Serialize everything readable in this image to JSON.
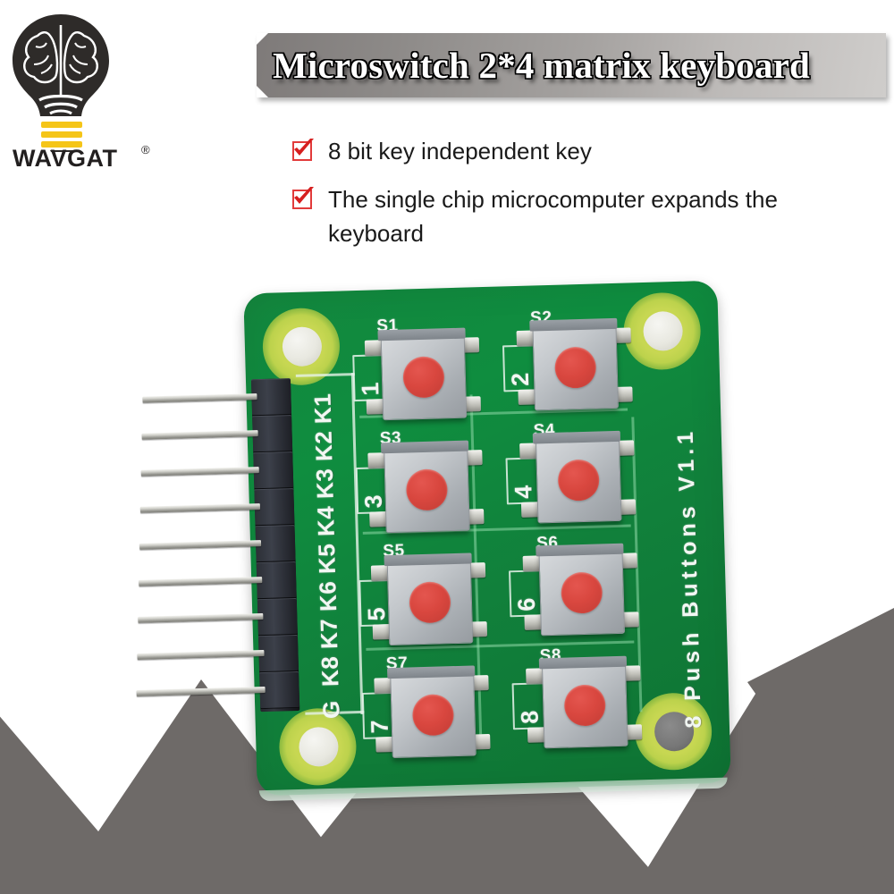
{
  "brand": {
    "name": "WAVGAT",
    "registered_mark": "®",
    "logo_icon": "brain-lightbulb-icon"
  },
  "banner": {
    "title": "Microswitch 2*4 matrix keyboard"
  },
  "features": [
    {
      "icon": "red-checkbox-check-icon",
      "text": "8 bit key independent key"
    },
    {
      "icon": "red-checkbox-check-icon",
      "text": "The single chip microcomputer expands the keyboard"
    }
  ],
  "product": {
    "board_silkscreen_version": "8 Push Buttons V1.1",
    "pin_labels": [
      "K1",
      "K2",
      "K3",
      "K4",
      "K5",
      "K6",
      "K7",
      "K8",
      "G"
    ],
    "switch_refs": [
      "S1",
      "S2",
      "S3",
      "S4",
      "S5",
      "S6",
      "S7",
      "S8"
    ],
    "key_numbers": [
      "1",
      "2",
      "3",
      "4",
      "5",
      "6",
      "7",
      "8"
    ],
    "mounting_holes": 4
  },
  "colors": {
    "pcb_green": "#11843d",
    "pad_gold": "#c7d752",
    "button_cap_red": "#d9473f",
    "button_body_gray": "#bfc4c9",
    "banner_gray_dark": "#7e7a79",
    "banner_gray_light": "#cfcdcb",
    "check_red": "#e23b3b",
    "logo_yellow": "#f5c518",
    "logo_dark": "#2e2b29",
    "mountain_gray": "#6e6a68",
    "text_dark": "#1a1a1a"
  }
}
